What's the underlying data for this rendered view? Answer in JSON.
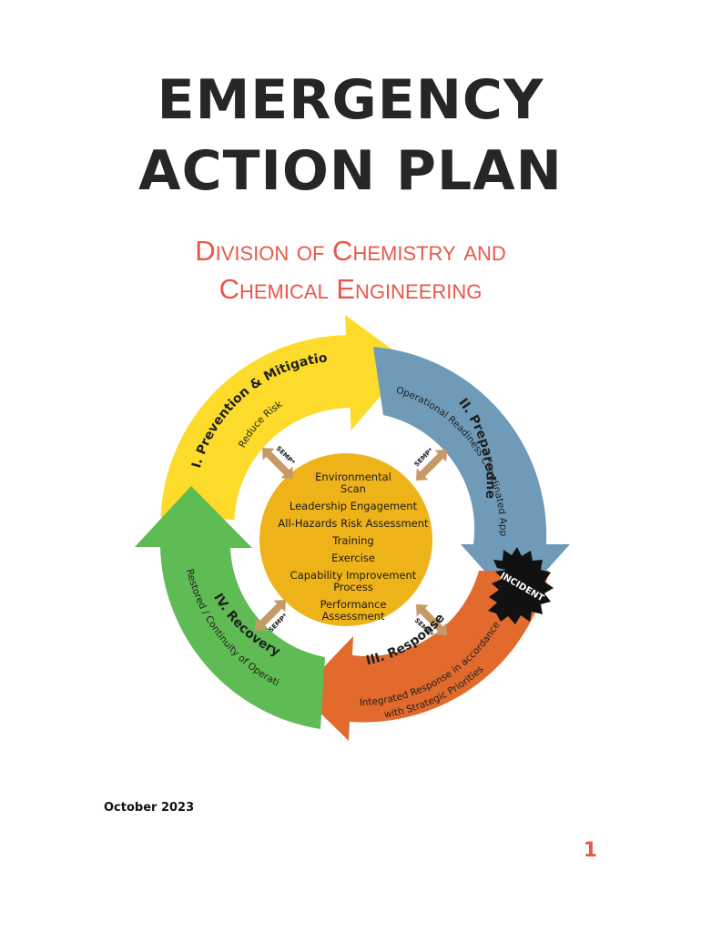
{
  "document": {
    "title_line1": "EMERGENCY",
    "title_line2": "ACTION PLAN",
    "subtitle_line1": "Division of Chemistry and",
    "subtitle_line2": "Chemical Engineering",
    "date": "October 2023",
    "page_number": "1"
  },
  "colors": {
    "title": "#262626",
    "subtitle": "#e8584a",
    "prevention": "#fddb2a",
    "preparedness": "#6f9bb8",
    "response": "#e16a2c",
    "recovery": "#5fbb53",
    "center": "#efb31a",
    "semp": "#c79966"
  },
  "cycle": {
    "prevention": {
      "title": "I. Prevention & Mitigation",
      "subtitle": "Reduce Risk"
    },
    "preparedness": {
      "title": "II. Preparedness",
      "subtitle": "Operational Readiness Coordinated Approach"
    },
    "response": {
      "title": "III. Response",
      "subtitle_line1": "Integrated Response in accordance",
      "subtitle_line2": "with Strategic Priorities"
    },
    "recovery": {
      "title": "IV. Recovery",
      "subtitle": "Restored / Continuity of Operations"
    },
    "incident_label": "INCIDENT",
    "semp_label": "SEMP*",
    "center_items": [
      "Environmental",
      "Scan",
      "Leadership Engagement",
      "All-Hazards Risk Assessment",
      "Training",
      "Exercise",
      "Capability Improvement",
      "Process",
      "Performance",
      "Assessment"
    ]
  }
}
